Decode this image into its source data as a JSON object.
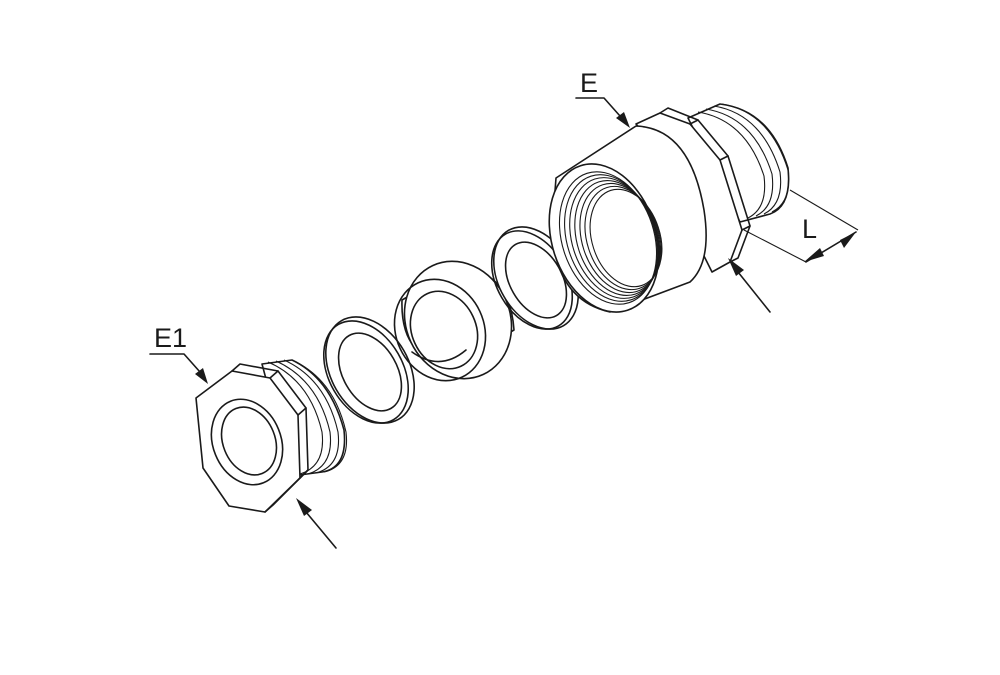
{
  "labels": {
    "e1": "E1",
    "e": "E",
    "l": "L"
  },
  "colors": {
    "line": "#1a1a1a",
    "background": "#ffffff"
  }
}
